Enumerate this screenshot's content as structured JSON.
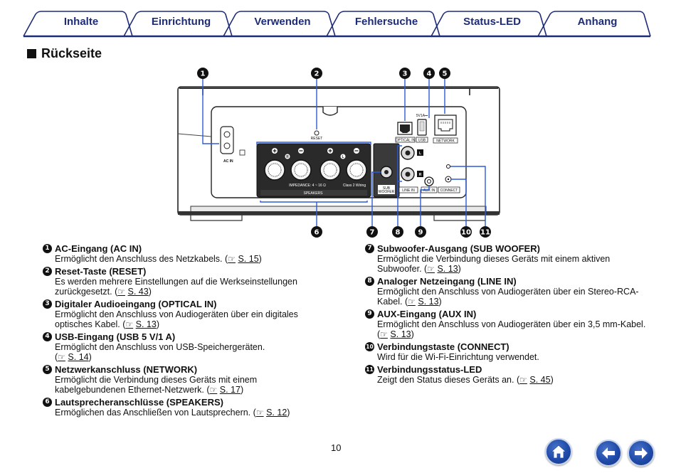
{
  "tabs": [
    {
      "label": "Inhalte"
    },
    {
      "label": "Einrichtung"
    },
    {
      "label": "Verwenden"
    },
    {
      "label": "Fehlersuche"
    },
    {
      "label": "Status-LED"
    },
    {
      "label": "Anhang"
    }
  ],
  "section_title": "Rückseite",
  "diagram": {
    "callouts": [
      "1",
      "2",
      "3",
      "4",
      "5",
      "6",
      "7",
      "8",
      "9",
      "10",
      "11"
    ],
    "labels": {
      "reset": "RESET",
      "ac_in": "AC IN",
      "optical_in": "OPTICAL IN",
      "usb": "USB",
      "usb_rating": "5V1A⎓",
      "network": "NETWORK",
      "impedance": "IMPEDANCE: 4 ~ 16 Ω",
      "class2": "Class 2 Wiring",
      "speakers": "SPEAKERS",
      "sub_woofer_1": "SUB",
      "sub_woofer_2": "WOOFER",
      "line_in": "LINE IN",
      "aux_in": "AUX IN",
      "connect": "CONNECT",
      "r": "R",
      "l": "L"
    }
  },
  "left_items": [
    {
      "n": "1",
      "title": "AC-Eingang (AC IN)",
      "desc": "Ermöglicht den Anschluss des Netzkabels.",
      "ref": "S. 15"
    },
    {
      "n": "2",
      "title": "Reset-Taste (RESET)",
      "desc": "Es werden mehrere Einstellungen auf die Werkseinstellungen zurückgesetzt.",
      "ref": "S. 43"
    },
    {
      "n": "3",
      "title": "Digitaler Audioeingang (OPTICAL IN)",
      "desc": "Ermöglicht den Anschluss von Audiogeräten über ein digitales optisches Kabel.",
      "ref": "S. 13"
    },
    {
      "n": "4",
      "title": "USB-Eingang (USB 5 V/1 A)",
      "desc": "Ermöglicht den Anschluss von USB-Speichergeräten.",
      "ref": "S. 14"
    },
    {
      "n": "5",
      "title": "Netzwerkanschluss (NETWORK)",
      "desc": "Ermöglicht die Verbindung dieses Geräts mit einem kabelgebundenen Ethernet-Netzwerk.",
      "ref": "S. 17"
    },
    {
      "n": "6",
      "title": "Lautsprecheranschlüsse (SPEAKERS)",
      "desc": "Ermöglichen das Anschließen von Lautsprechern.",
      "ref": "S. 12"
    }
  ],
  "right_items": [
    {
      "n": "7",
      "title": "Subwoofer-Ausgang (SUB WOOFER)",
      "desc": "Ermöglicht die Verbindung dieses Geräts mit einem aktiven Subwoofer.",
      "ref": "S. 13"
    },
    {
      "n": "8",
      "title": "Analoger Netzeingang (LINE IN)",
      "desc": "Ermöglicht den Anschluss von Audiogeräten über ein Stereo-RCA-Kabel.",
      "ref": "S. 13"
    },
    {
      "n": "9",
      "title": "AUX-Eingang (AUX IN)",
      "desc": "Ermöglicht den Anschluss von Audiogeräten über ein 3,5 mm-Kabel.",
      "ref": "S. 13"
    },
    {
      "n": "10",
      "title": "Verbindungstaste (CONNECT)",
      "desc": "Wird für die Wi-Fi-Einrichtung verwendet.",
      "ref": ""
    },
    {
      "n": "11",
      "title": "Verbindungsstatus-LED",
      "desc": "Zeigt den Status dieses Geräts an.",
      "ref": "S. 45"
    }
  ],
  "ref_icon": "pointing-hand-icon",
  "page_number": "10",
  "footer_icons": {
    "home": "home-icon",
    "back": "back-arrow-icon",
    "forward": "forward-arrow-icon"
  },
  "colors": {
    "tab_text": "#1e2c78",
    "tab_line": "#1e2c78",
    "nav_button": "#1f4aa8",
    "callout_line": "#2a5bd7"
  }
}
